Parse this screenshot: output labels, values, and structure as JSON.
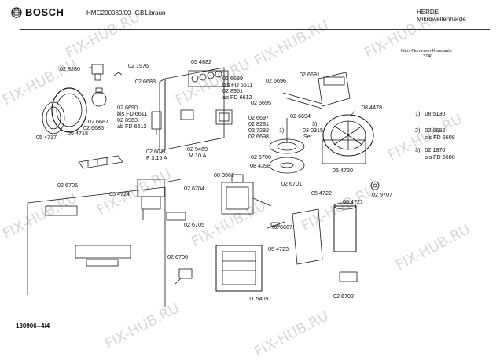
{
  "header": {
    "brand": "BOSCH",
    "model": "HMG200089/00--GB1,braun",
    "category_1": "HERDE",
    "category_2": "Mikrowellenherde",
    "ident_label": "Ident-Nummern-Konstante",
    "ident_value": "3740"
  },
  "part_labels": {
    "p028280": "02 8280",
    "p021976": "02 1976",
    "p026688": "02 6688",
    "p054882": "05 4882",
    "p026689": "02 6689",
    "p026689b": "bis FD 6611",
    "p028961": "02 8961",
    "p028961b": "ab FD 6612",
    "p026696": "02 6696",
    "p026691": "02 6691",
    "p026690": "02 6690",
    "p026690b": "bis FD 6611",
    "p028963": "02 8963",
    "p028963b": "ab FD 6612",
    "p026687": "02 6687",
    "p026685": "02 6685",
    "p054717": "05 4717",
    "p054718": "05 4718",
    "p026695": "02 6695",
    "p026697": "02 6697",
    "p026694": "02 6694",
    "p028281": "02 8281",
    "p027282": "02 7282",
    "p030315": "03 0315",
    "p026698": "02 6698",
    "set": "Set",
    "one": "1)",
    "two": "2)",
    "three": "3)",
    "p084478": "08 4478",
    "p026011": "02 6011",
    "p026011b": "F 3,15 A",
    "p029469": "02 9469",
    "p029469b": "M 10 A",
    "p026700": "02 6700",
    "p084398": "08 4398",
    "p054720": "05 4720",
    "p083962": "08 3962",
    "p026701": "02 6701",
    "p026706a": "02 6706",
    "p054724": "05 4724",
    "p026704": "02 6704",
    "p026705": "02 6705",
    "p054722": "05 4722",
    "p054721": "05 4721",
    "p029707": "02 9707",
    "p026667": "02 6667",
    "p054723": "05 4723",
    "p026706b": "02 6706",
    "p115405": "11 5405",
    "p026702": "02 6702"
  },
  "notes": {
    "n1": "1)   08 5130",
    "n2": "2)   02 6692\n      bis FD 6608",
    "n3": "3)   02 1870\n      bis FD 6608"
  },
  "footer": "130906--4/4",
  "watermark": "FIX-HUB.RU"
}
